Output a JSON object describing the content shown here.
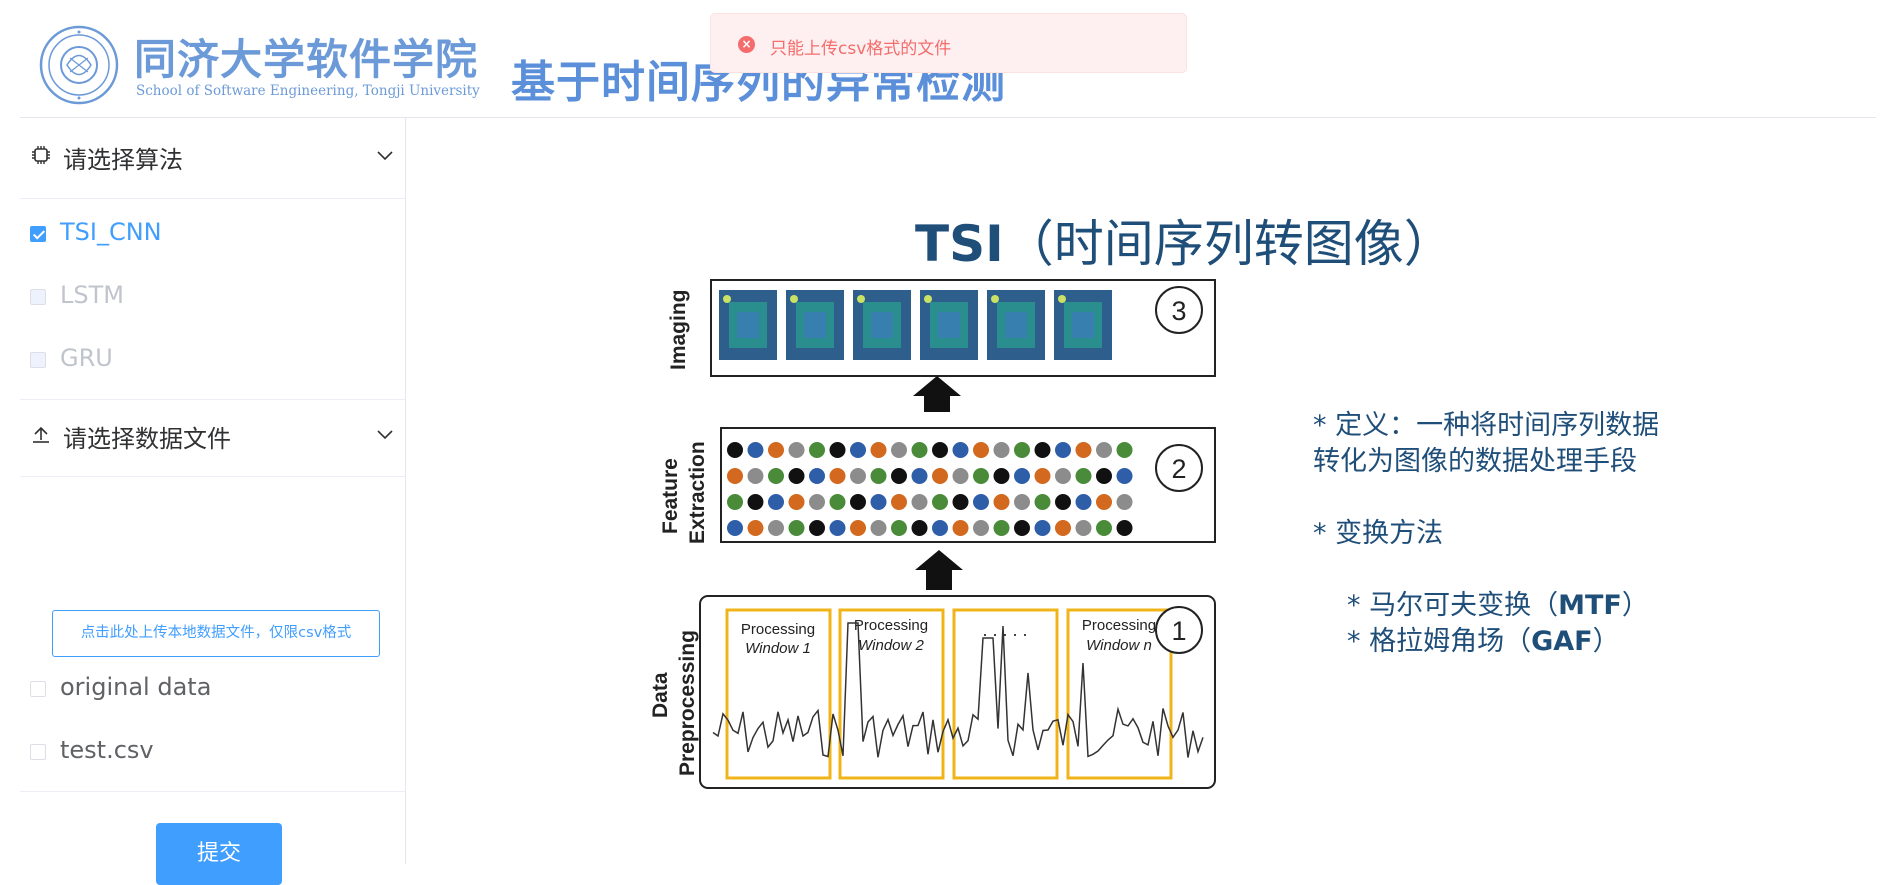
{
  "header": {
    "school_name_cn": "同济大学软件学院",
    "school_name_en": "School of Software Engineering, Tongji University",
    "page_title": "基于时间序列的异常检测"
  },
  "toast": {
    "type": "error",
    "message": "只能上传csv格式的文件"
  },
  "sidebar": {
    "algorithm_section": {
      "label": "请选择算法",
      "options": [
        {
          "label": "TSI_CNN",
          "checked": true,
          "disabled": false
        },
        {
          "label": "LSTM",
          "checked": false,
          "disabled": true
        },
        {
          "label": "GRU",
          "checked": false,
          "disabled": true
        }
      ]
    },
    "data_section": {
      "label": "请选择数据文件",
      "upload_label": "点击此处上传本地数据文件，仅限csv格式",
      "files": [
        {
          "label": "original data",
          "checked": false
        },
        {
          "label": "test.csv",
          "checked": false
        }
      ]
    },
    "submit_label": "提交"
  },
  "figure": {
    "title_bold": "TSI",
    "title_rest": "（时间序列转图像）",
    "desc_line1": "* 定义：一种将时间序列数据",
    "desc_line2": "转化为图像的数据处理手段",
    "desc_line3": "* 变换方法",
    "method1_prefix": "* 马尔可夫变换（",
    "method1_abbr": "MTF",
    "method1_suffix": "）",
    "method2_prefix": "* 格拉姆角场（",
    "method2_abbr": "GAF",
    "method2_suffix": "）",
    "stage_labels": {
      "imaging": "Imaging",
      "feature_line1": "Feature",
      "feature_line2": "Extraction",
      "data_line1": "Data",
      "data_line2": "Preprocessing"
    },
    "step_numbers": [
      "3",
      "2",
      "1"
    ],
    "windows": [
      {
        "line1": "Processing",
        "line2": "Window 1"
      },
      {
        "line1": "Processing",
        "line2": "Window 2"
      },
      {
        "line1": ". . . . .",
        "line2": ""
      },
      {
        "line1": "Processing",
        "line2": "Window n"
      }
    ]
  },
  "colors": {
    "primary": "#409eff",
    "brand": "#6c9ad8",
    "error": "#f56c6c",
    "figure_text": "#1f4e79"
  }
}
